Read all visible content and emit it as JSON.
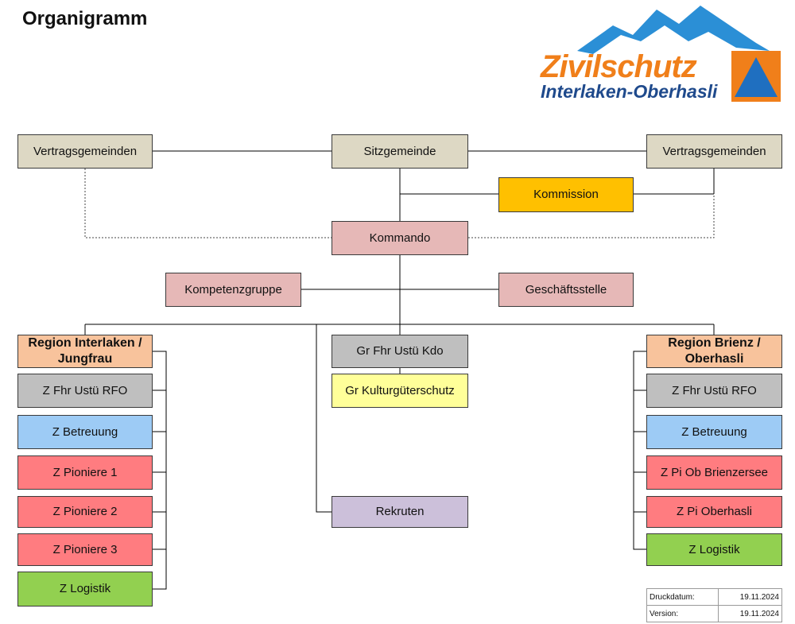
{
  "title": "Organigramm",
  "logo": {
    "line1": "Zivilschutz",
    "line2": "Interlaken-Oberhasli"
  },
  "colors": {
    "municipality": "#ddd8c4",
    "commission": "#ffc000",
    "command": "#e6b8b7",
    "region": "#f8c39c",
    "gray": "#bfbfbf",
    "blue": "#9dcbf5",
    "red": "#ff7c80",
    "green": "#92d050",
    "yellow": "#ffff99",
    "purple": "#ccc0da",
    "logo_orange": "#f07f1a",
    "logo_blue": "#1f4a8c",
    "logo_sky": "#2b8fd6"
  },
  "nodes": {
    "vertrag_left": "Vertragsgemeinden",
    "sitz": "Sitzgemeinde",
    "vertrag_right": "Vertragsgemeinden",
    "kommission": "Kommission",
    "kommando": "Kommando",
    "kompetenz": "Kompetenzgruppe",
    "geschaeft": "Geschäftsstelle",
    "region_left": "Region Interlaken / Jungfrau",
    "left_units": [
      "Z Fhr Ustü RFO",
      "Z Betreuung",
      "Z Pioniere 1",
      "Z Pioniere 2",
      "Z Pioniere 3",
      "Z Logistik"
    ],
    "gr_fhr": "Gr Fhr Ustü Kdo",
    "gr_kgs": "Gr Kulturgüterschutz",
    "rekruten": "Rekruten",
    "region_right": "Region Brienz / Oberhasli",
    "right_units": [
      "Z Fhr Ustü RFO",
      "Z Betreuung",
      "Z Pi Ob Brienzersee",
      "Z Pi Oberhasli",
      "Z Logistik"
    ]
  },
  "info": {
    "print_label": "Druckdatum:",
    "print_value": "19.11.2024",
    "version_label": "Version:",
    "version_value": "19.11.2024"
  }
}
